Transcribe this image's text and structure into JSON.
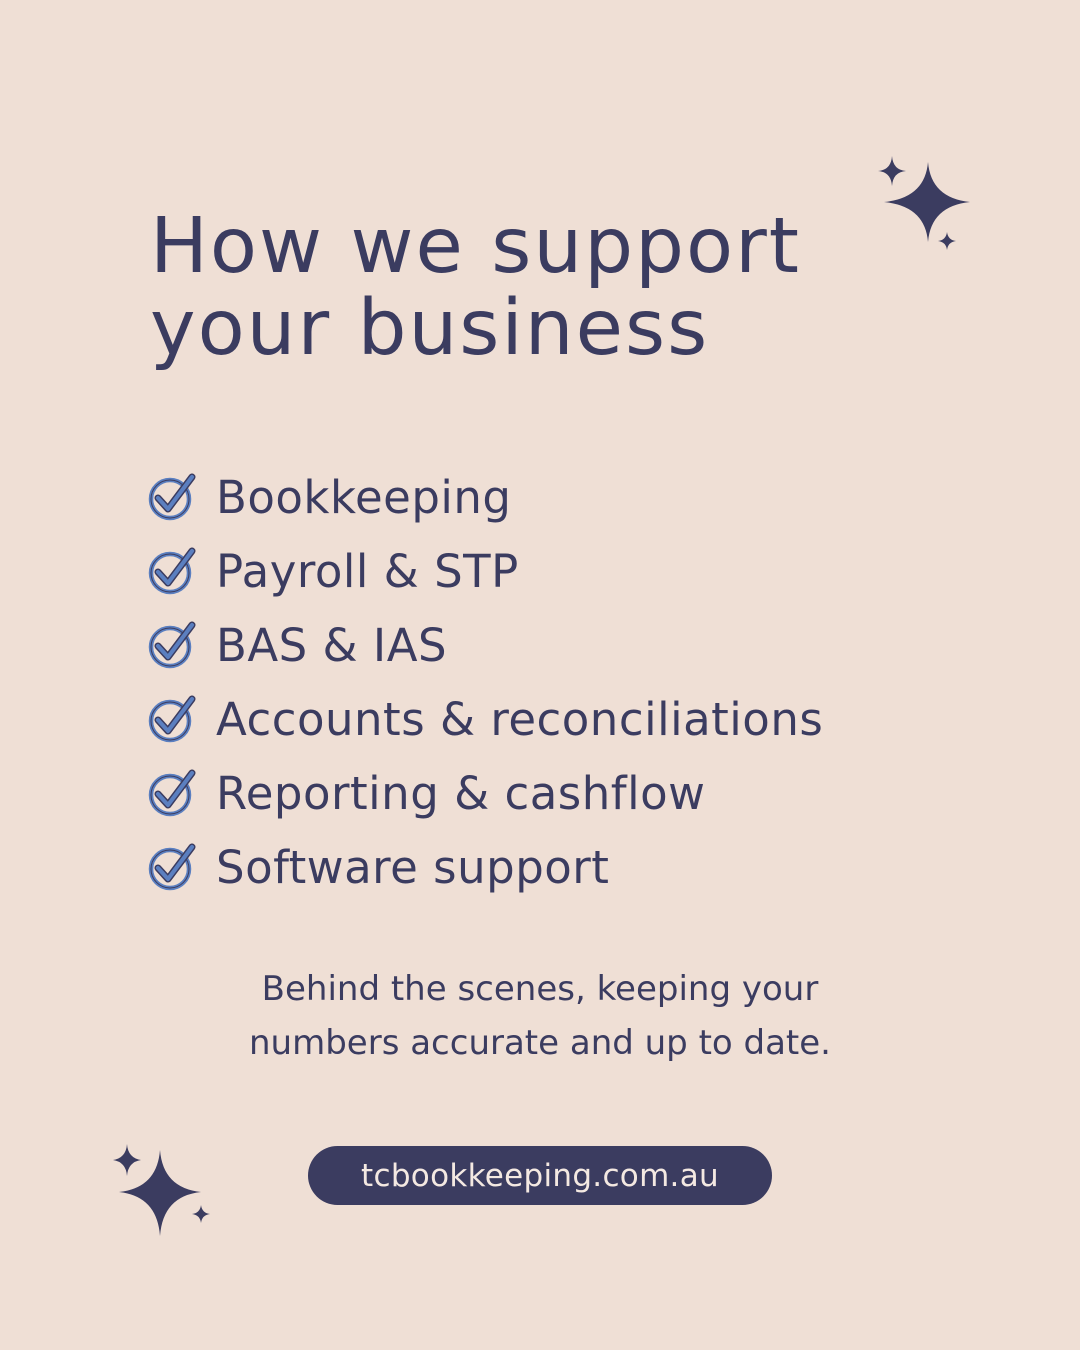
{
  "title": {
    "line1": "How we support",
    "line2": "your business"
  },
  "services": [
    {
      "label": "Bookkeeping"
    },
    {
      "label": "Payroll & STP"
    },
    {
      "label": "BAS & IAS"
    },
    {
      "label": "Accounts & reconciliations"
    },
    {
      "label": "Reporting & cashflow"
    },
    {
      "label": "Software support"
    }
  ],
  "tagline": {
    "line1": "Behind the scenes, keeping your",
    "line2": "numbers accurate and up to date."
  },
  "website": {
    "label": "tcbookkeeping.com.au"
  },
  "icons": {
    "bullet": "check-circle-icon",
    "decoration": "sparkle-icon"
  },
  "colors": {
    "background": "#efdfd5",
    "text": "#3b3c60",
    "check_blue": "#5b7fc0",
    "pill": "#3b3c60",
    "pill_text": "#f4e9e2"
  }
}
